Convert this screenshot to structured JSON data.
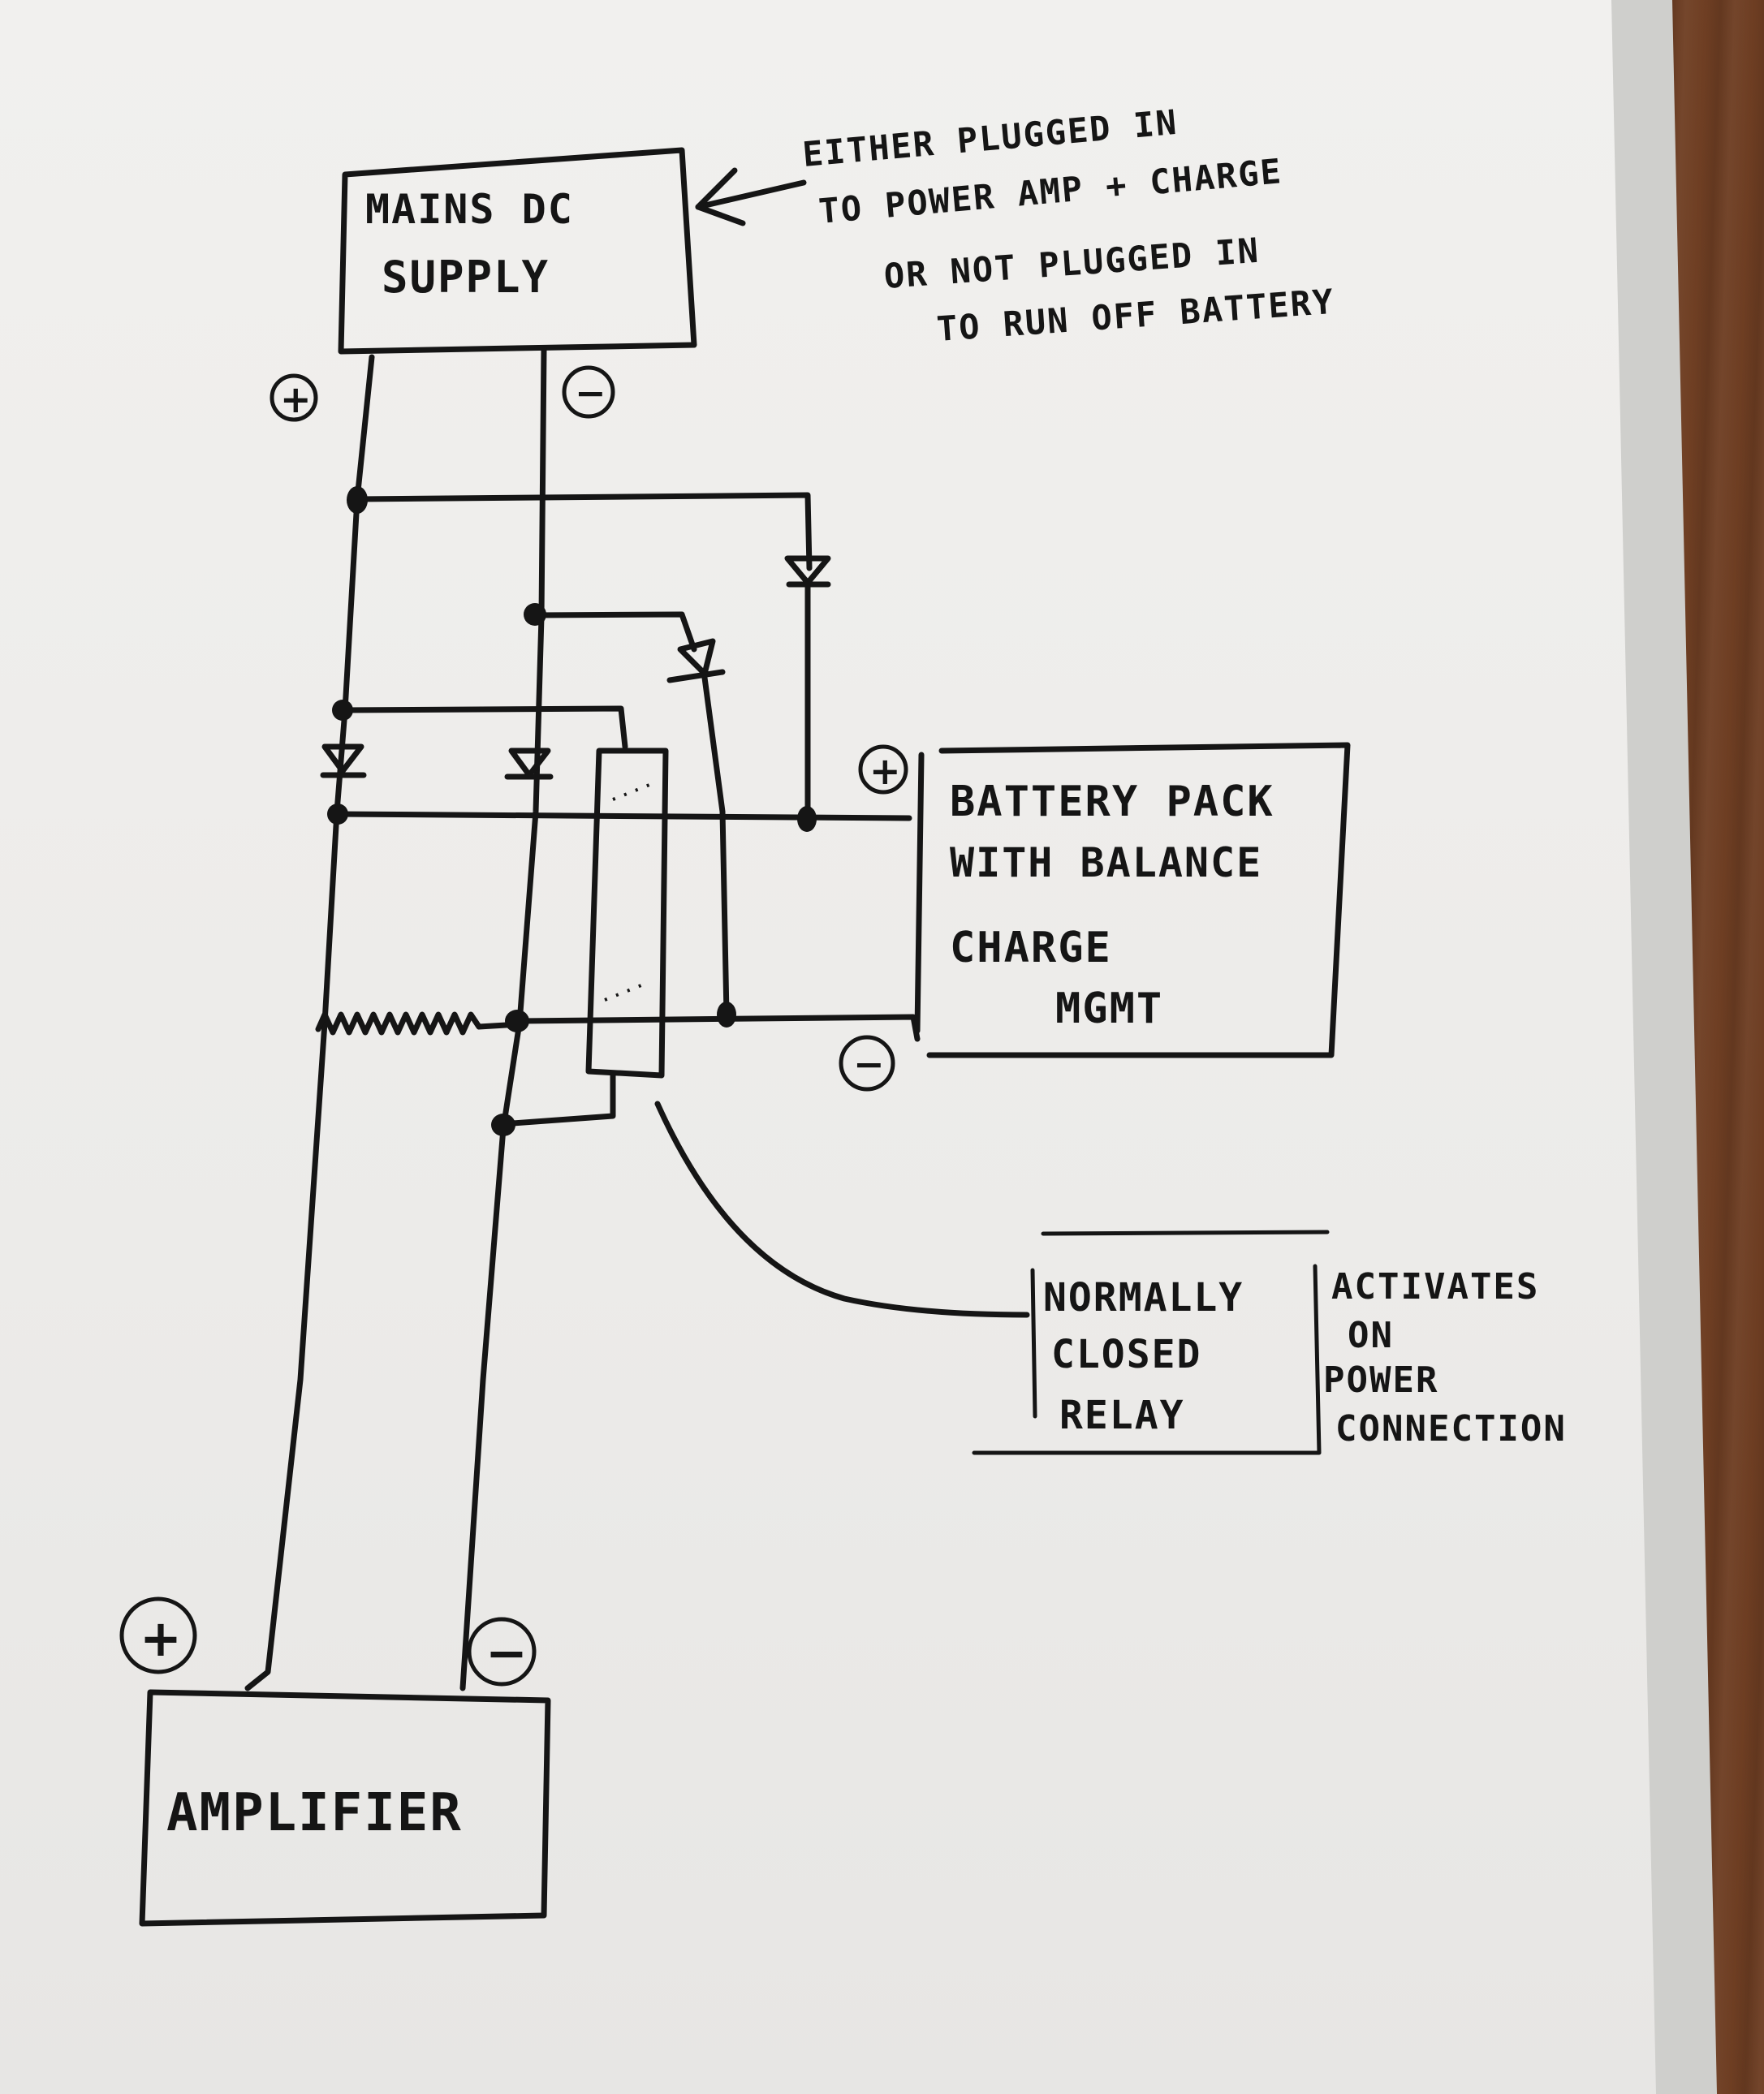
{
  "diagram": {
    "mains_supply": {
      "line1": "MAINS DC",
      "line2": "SUPPLY"
    },
    "note": [
      "EITHER PLUGGED IN",
      "TO POWER AMP + CHARGE",
      "OR NOT PLUGGED IN",
      "TO RUN OFF BATTERY"
    ],
    "battery": {
      "line1": "BATTERY PACK",
      "line2": "WITH BALANCE",
      "line3": "CHARGE",
      "line4": "MGMT"
    },
    "relay": {
      "line1": "NORMALLY",
      "line2": "CLOSED",
      "line3": "RELAY"
    },
    "relay_note": [
      "ACTIVATES",
      "ON",
      "POWER",
      "CONNECTION"
    ],
    "amplifier": {
      "label": "AMPLIFIER"
    },
    "polarity": {
      "plus": "+",
      "minus": "−"
    }
  }
}
